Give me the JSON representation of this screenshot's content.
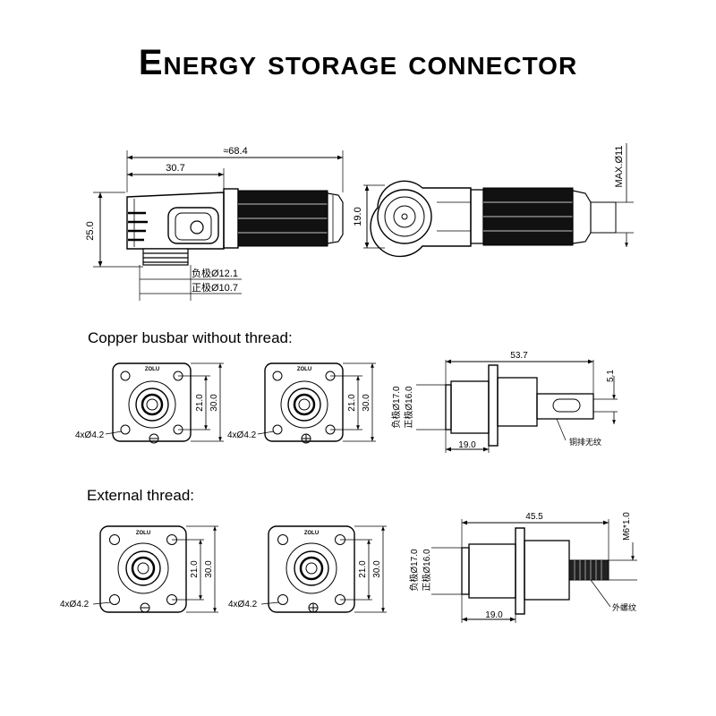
{
  "title": "Energy storage connector",
  "top": {
    "overall_length": "≈68.4",
    "body_length": "30.7",
    "height": "25.0",
    "neg_pole": "负极Ø12.1",
    "pos_pole": "正极Ø10.7",
    "side_height": "19.0",
    "max_dia": "MAX.Ø11"
  },
  "busbar": {
    "heading": "Copper busbar without thread:",
    "holes_a": "4xØ4.2",
    "holes_b": "4xØ4.2",
    "dim21_a": "21.0",
    "dim30_a": "30.0",
    "dim21_b": "21.0",
    "dim30_b": "30.0",
    "brand_a": "ZOLU",
    "brand_b": "ZOLU",
    "length": "53.7",
    "slot": "5.1",
    "neg": "负极Ø17.0",
    "pos": "正极Ø16.0",
    "base": "19.0",
    "note": "铜排无纹"
  },
  "thread": {
    "heading": "External thread:",
    "holes_a": "4xØ4.2",
    "holes_b": "4xØ4.2",
    "dim21_a": "21.0",
    "dim30_a": "30.0",
    "dim21_b": "21.0",
    "dim30_b": "30.0",
    "brand_a": "ZOLU",
    "brand_b": "ZOLU",
    "length": "45.5",
    "thread": "M6*1.0",
    "neg": "负极Ø17.0",
    "pos": "正极Ø16.0",
    "base": "19.0",
    "note": "外螺纹"
  }
}
